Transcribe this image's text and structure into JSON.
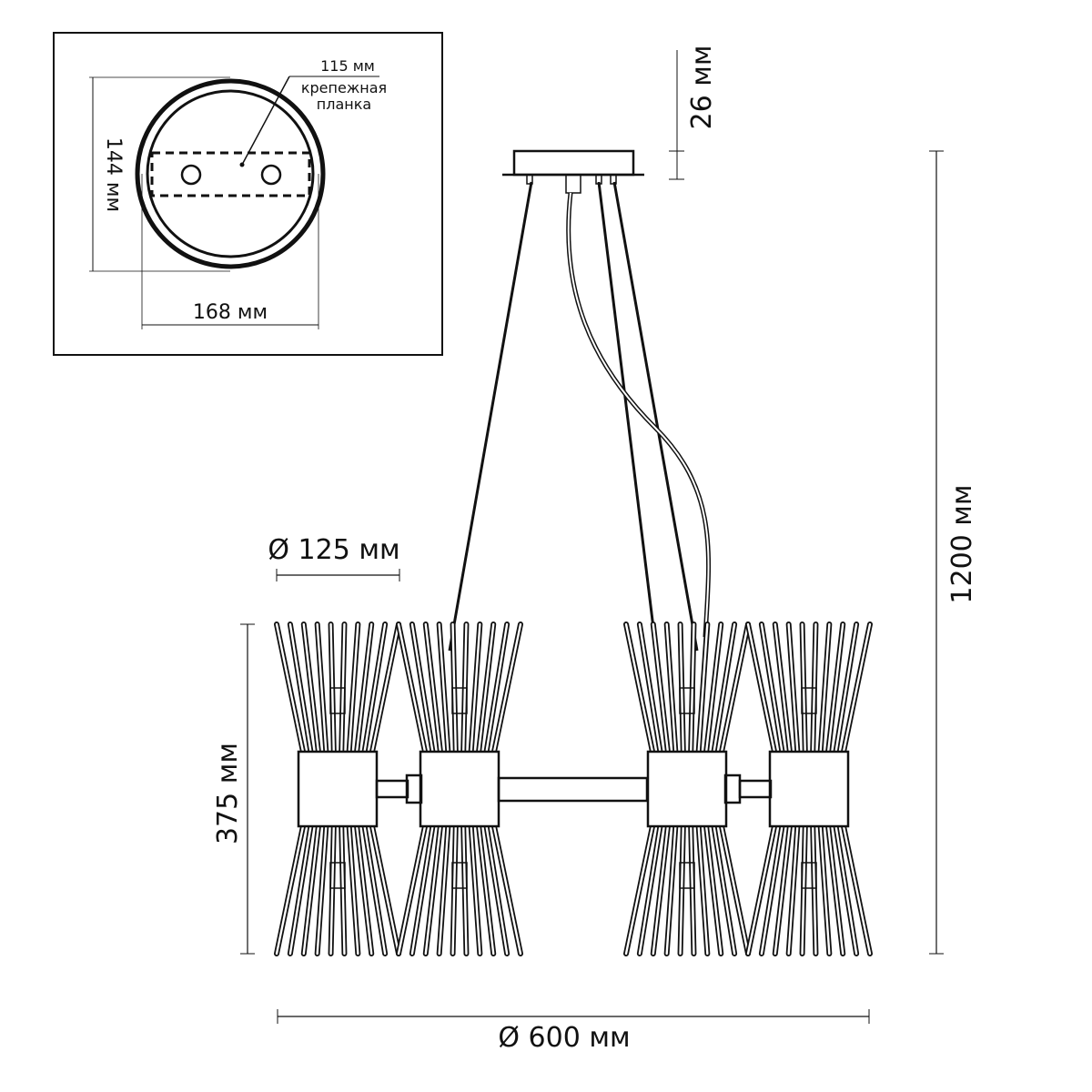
{
  "inset": {
    "width_label": "168 мм",
    "height_label": "144 мм",
    "spacing_label": "115 мм",
    "bracket_label_line1": "крепежная",
    "bracket_label_line2": "планка"
  },
  "dimensions": {
    "canopy_height": "26 мм",
    "total_height": "1200 мм",
    "shade_diameter": "Ø 125 мм",
    "shade_height": "375 мм",
    "total_diameter": "Ø 600 мм"
  },
  "colors": {
    "stroke": "#111111",
    "background": "#ffffff"
  }
}
